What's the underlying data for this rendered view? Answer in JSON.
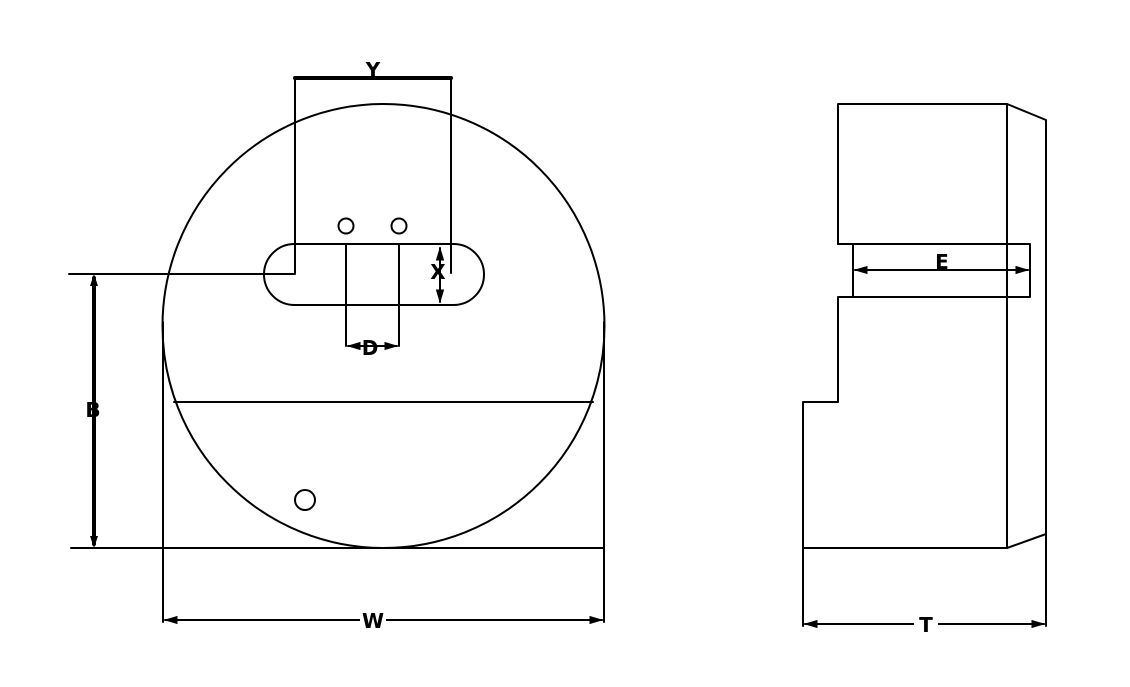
{
  "labels": {
    "y": "Y",
    "x": "X",
    "d": "D",
    "b": "B",
    "w": "W",
    "e": "E",
    "t": "T"
  }
}
